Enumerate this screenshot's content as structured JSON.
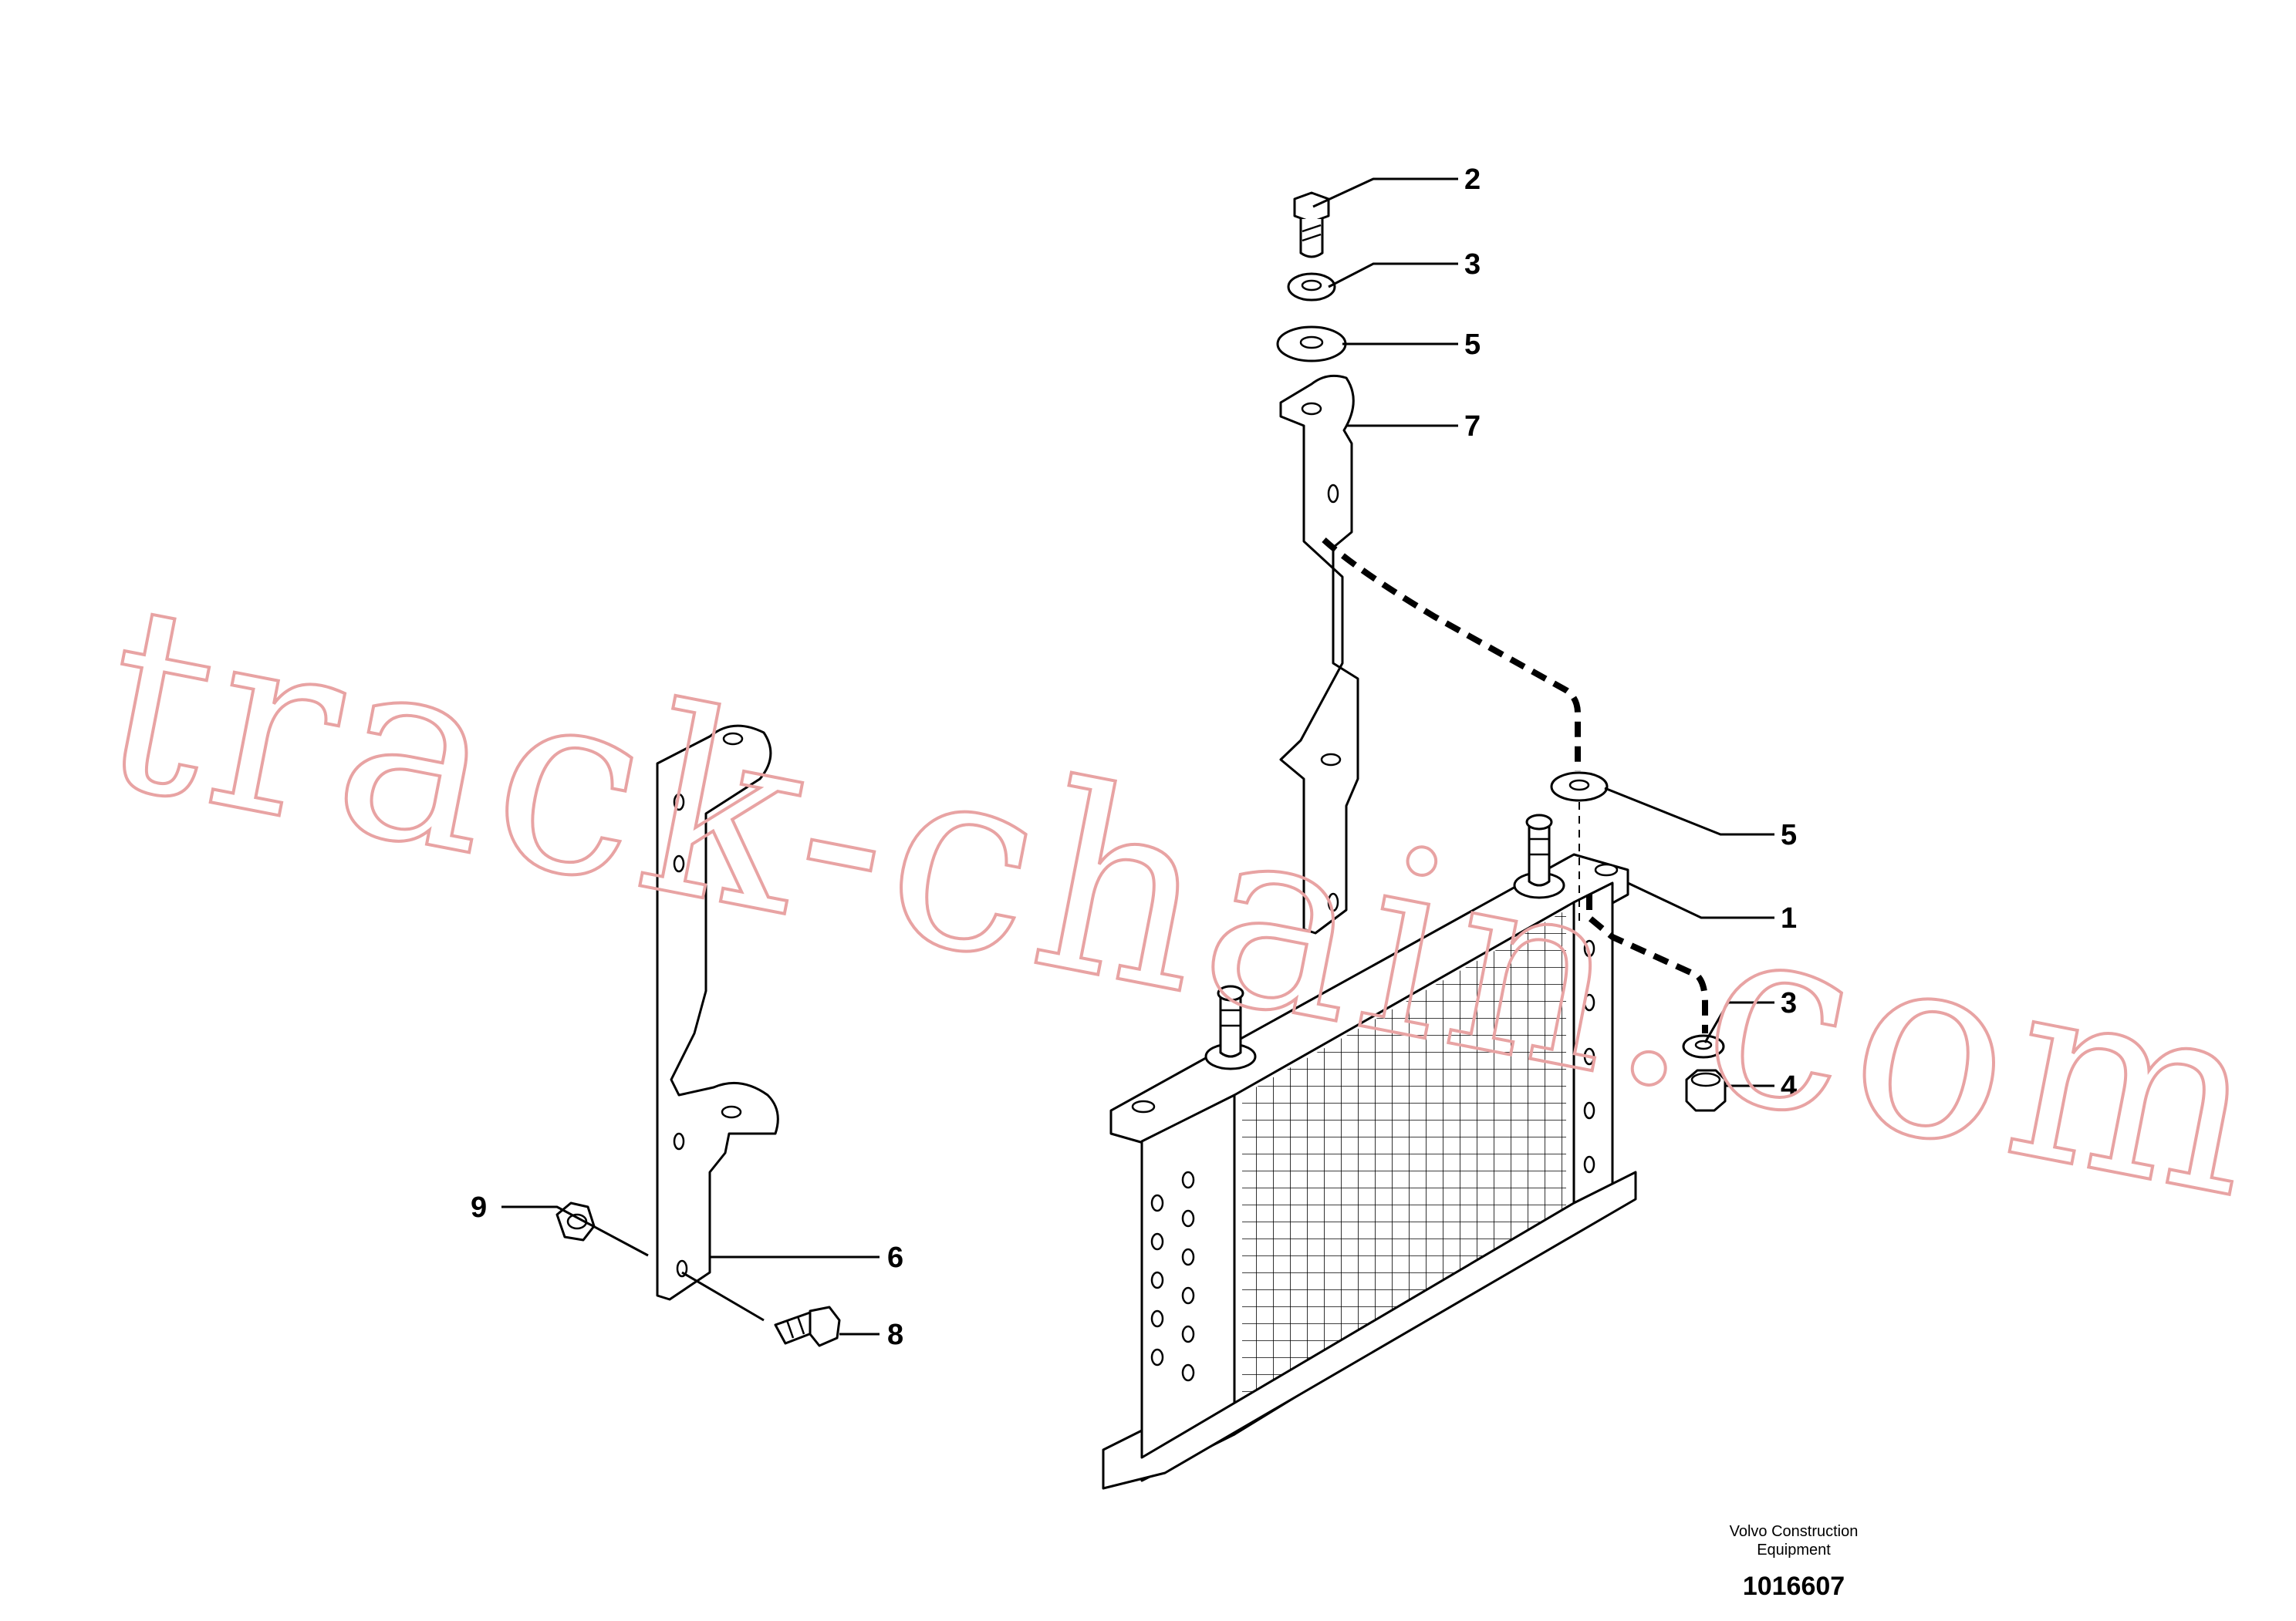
{
  "callouts": {
    "c2": "2",
    "c3_top": "3",
    "c5_top": "5",
    "c7": "7",
    "c5_right": "5",
    "c1": "1",
    "c3_right": "3",
    "c4": "4",
    "c9": "9",
    "c6": "6",
    "c8": "8"
  },
  "watermark": "track-chain.com",
  "publisher": {
    "line1": "Volvo Construction",
    "line2": "Equipment"
  },
  "document_number": "1016607",
  "colors": {
    "line": "#000000",
    "background": "#ffffff",
    "watermark": "#e8a3a3"
  }
}
